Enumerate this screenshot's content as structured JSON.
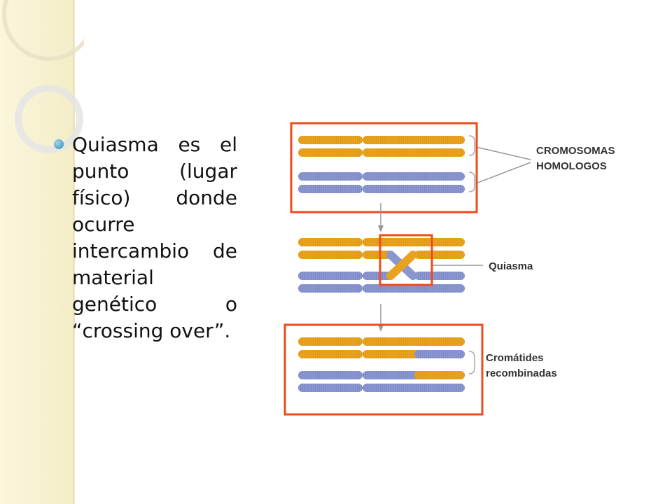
{
  "slide": {
    "bullet_text": "Quiasma es el punto (lugar físico) donde ocurre intercambio de material genético o “crossing over”."
  },
  "diagram": {
    "labels": {
      "homologous_line1": "CROMOSOMAS",
      "homologous_line2": "HOMOLOGOS",
      "chiasma": "Quiasma",
      "recombined_line1": "Cromátides",
      "recombined_line2": "recombinadas"
    },
    "colors": {
      "orange_chromatid": "#e9a21e",
      "blue_chromatid": "#8a96cf",
      "highlight_box": "#f04a1f",
      "label_text": "#333333",
      "bullet": "#4f9ec7"
    }
  }
}
